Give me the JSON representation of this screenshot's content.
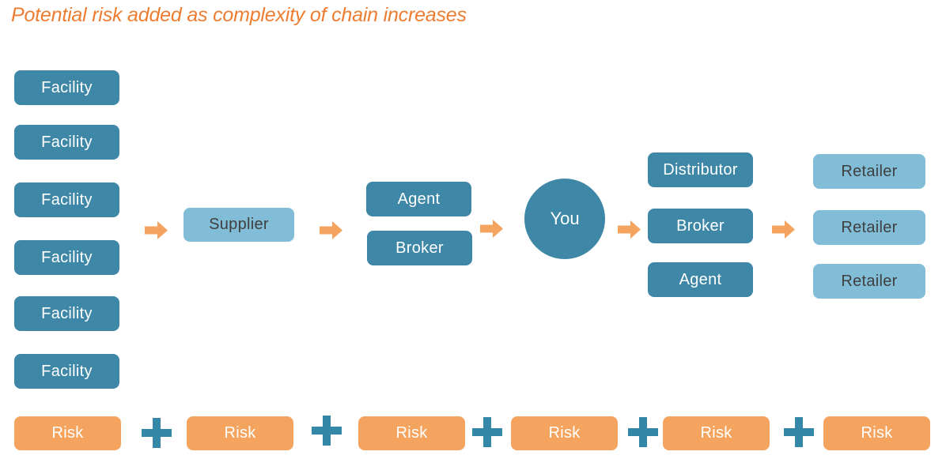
{
  "title": "Potential risk added as complexity of chain increases",
  "colors": {
    "title_orange": "#ED7D31",
    "teal_box": "#3E87A6",
    "light_blue_box": "#82BDD8",
    "orange_box": "#F5A45F",
    "plus_teal": "#3587A8",
    "dark_text": "#3F3F3F",
    "white_text": "#FFFFFF"
  },
  "chain": {
    "facilities": [
      "Facility",
      "Facility",
      "Facility",
      "Facility",
      "Facility",
      "Facility"
    ],
    "supplier": "Supplier",
    "pre_you": [
      "Agent",
      "Broker"
    ],
    "you": "You",
    "post_you": [
      "Distributor",
      "Broker",
      "Agent"
    ],
    "retailers": [
      "Retailer",
      "Retailer",
      "Retailer"
    ]
  },
  "risks": [
    "Risk",
    "Risk",
    "Risk",
    "Risk",
    "Risk",
    "Risk"
  ],
  "plus_operator": "+"
}
